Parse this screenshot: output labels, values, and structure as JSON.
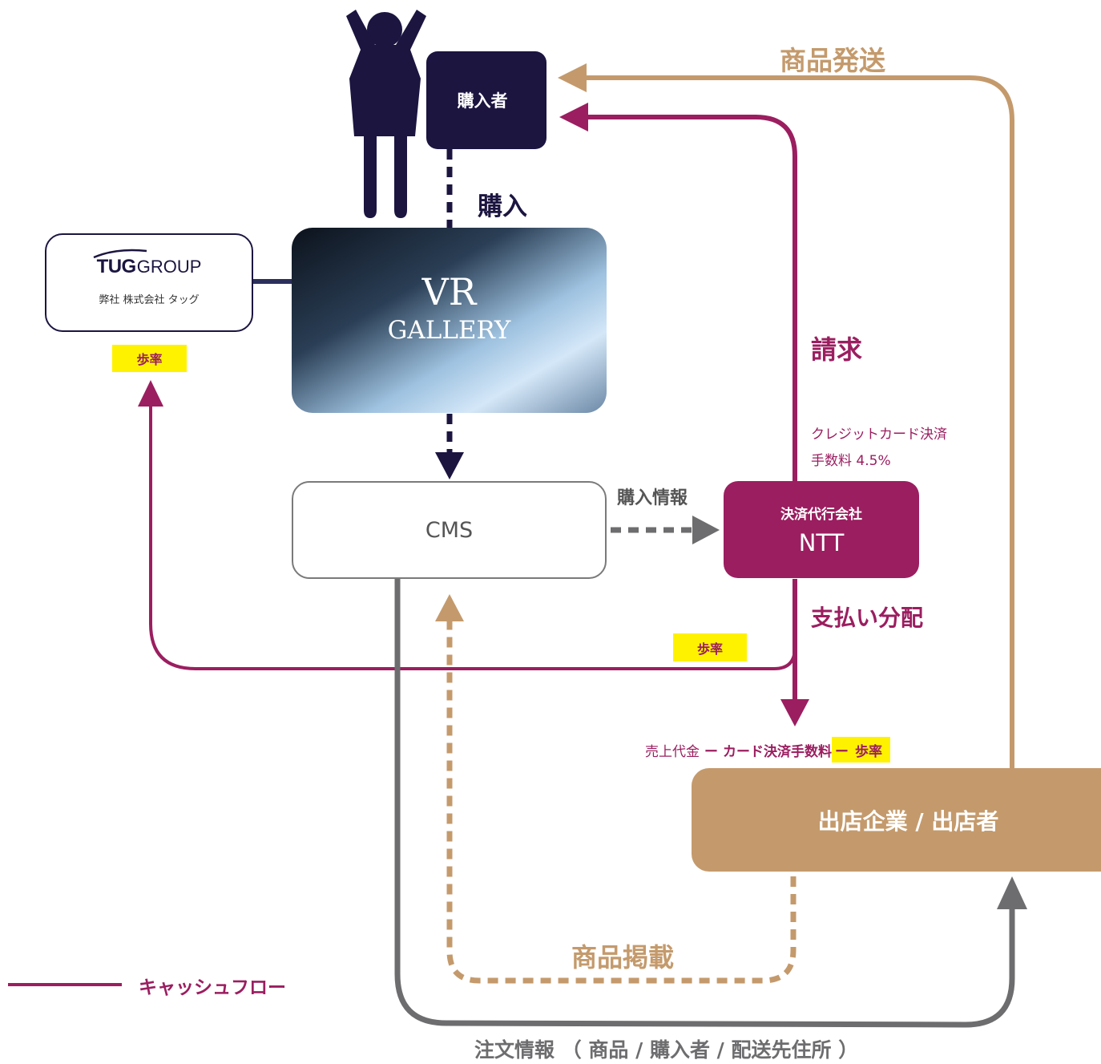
{
  "buyer": {
    "label": "購入者"
  },
  "purchase_label": "購入",
  "vr_gallery": {
    "line1": "VR",
    "line2": "GALLERY"
  },
  "tug": {
    "logo_bold": "TUG",
    "logo_rest": "GROUP",
    "caption": "弊社 株式会社 タッグ"
  },
  "cms": {
    "label": "CMS"
  },
  "purchase_info_label": "購入情報",
  "ntt": {
    "subtitle": "決済代行会社",
    "title": "NTT"
  },
  "billing_label": "請求",
  "card_fee": {
    "line1": "クレジットカード決済",
    "line2": "手数料 4.5%"
  },
  "payment_distribution_label": "支払い分配",
  "commission_label": "歩率",
  "formula": {
    "sales": "売上代金",
    "dash1": "ー",
    "card_fee": "カード決済手数料",
    "dash2": "ー",
    "commission": "歩率"
  },
  "shop": {
    "label": "出店企業 / 出店者"
  },
  "shipping_label": "商品発送",
  "listing_label": "商品掲載",
  "order_info_label": "注文情報 （ 商品 / 購入者 / 配送先住所 ）",
  "legend": {
    "cash_flow": "キャッシュフロー"
  },
  "colors": {
    "navy": "#1b1540",
    "magenta": "#9b1e60",
    "tan": "#c49a6c",
    "gray": "#6d6d6f"
  }
}
